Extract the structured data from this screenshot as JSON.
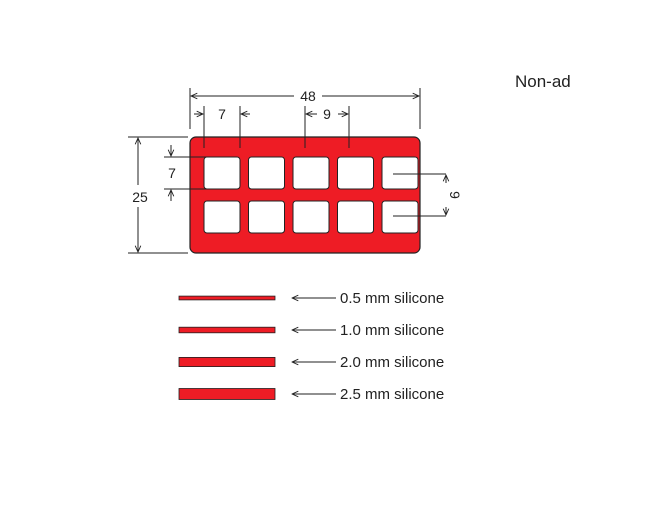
{
  "title": "Non-ad",
  "accent_color": "#ee1c25",
  "dimensions": {
    "width_total": "48",
    "well_width": "7",
    "well_pitch": "9",
    "height_total": "25",
    "well_height": "7",
    "row_pitch": "9"
  },
  "wells": {
    "rows": 2,
    "columns": 5
  },
  "legend": [
    {
      "label": "0.5 mm silicone",
      "thickness_mm": 0.5
    },
    {
      "label": "1.0 mm silicone",
      "thickness_mm": 1.0
    },
    {
      "label": "2.0 mm silicone",
      "thickness_mm": 2.0
    },
    {
      "label": "2.5 mm silicone",
      "thickness_mm": 2.5
    }
  ]
}
